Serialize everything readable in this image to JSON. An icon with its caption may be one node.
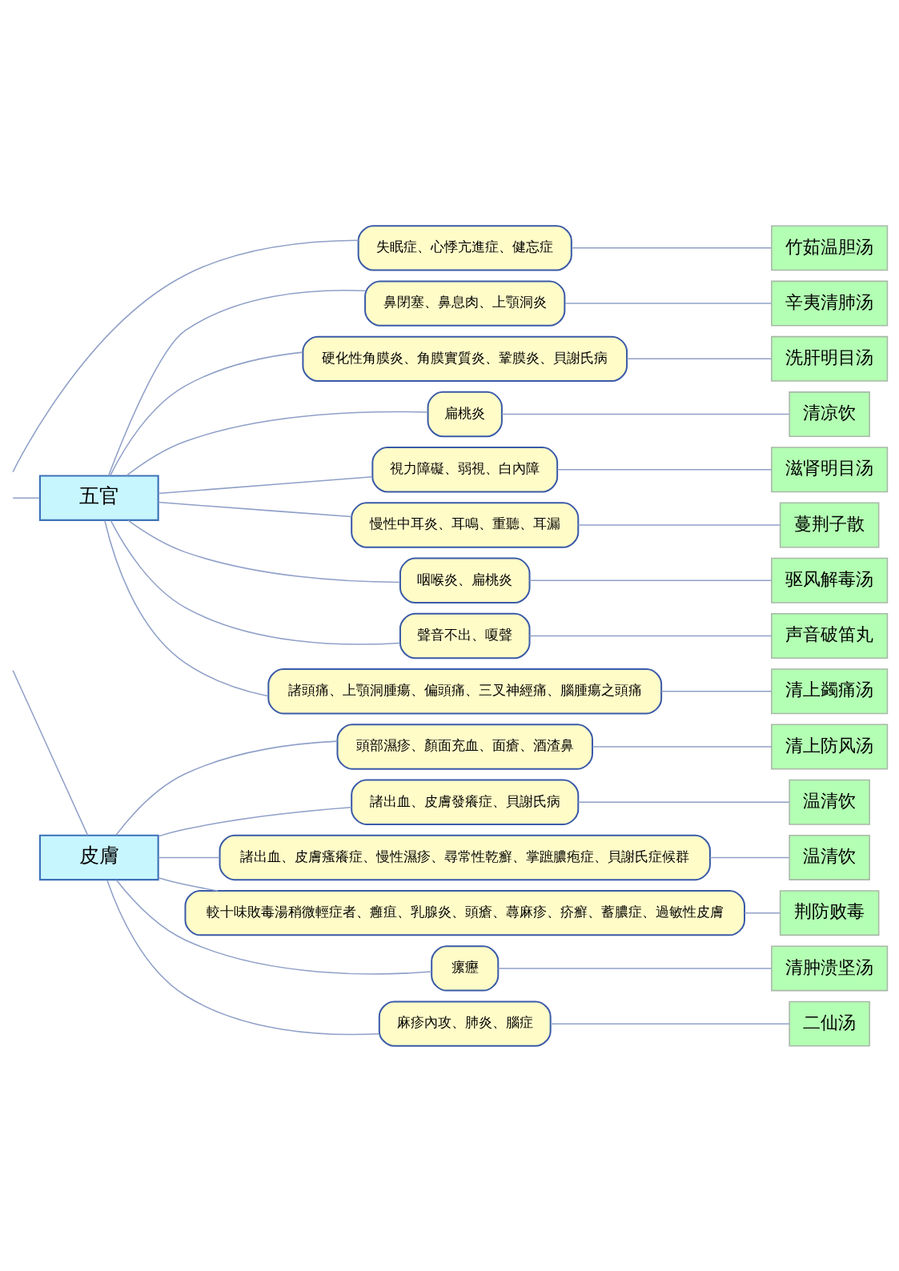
{
  "diagram": {
    "nodes": [
      {
        "text": [
          "失眠症、心悸亢進症、健忘症"
        ]
      },
      {
        "text": [
          "竹茹温胆汤"
        ]
      },
      {
        "text": [
          "五官"
        ]
      },
      {
        "text": [
          "鼻閉塞、鼻息肉、上顎洞炎"
        ]
      },
      {
        "text": [
          "辛夷清肺汤"
        ]
      },
      {
        "text": [
          "硬化性角膜炎、角膜實質炎、鞏膜炎、貝謝氏病"
        ]
      },
      {
        "text": [
          "洗肝明目汤"
        ]
      },
      {
        "text": [
          "扁桃炎"
        ]
      },
      {
        "text": [
          "清凉饮"
        ]
      },
      {
        "text": [
          "視力障礙、弱視、白內障"
        ]
      },
      {
        "text": [
          "滋肾明目汤"
        ]
      },
      {
        "text": [
          "慢性中耳炎、耳鳴、重聽、耳漏"
        ]
      },
      {
        "text": [
          "蔓荆子散"
        ]
      },
      {
        "text": [
          "咽喉炎、扁桃炎"
        ]
      },
      {
        "text": [
          "驱风解毒汤"
        ]
      },
      {
        "text": [
          "聲音不出、嗄聲"
        ]
      },
      {
        "text": [
          "声音破笛丸"
        ]
      },
      {
        "text": [
          "諸頭痛、上顎洞腫瘍、偏頭痛、三叉神經痛、腦腫瘍之頭痛"
        ]
      },
      {
        "text": [
          "清上蠲痛汤"
        ]
      },
      {
        "text": [
          "皮膚"
        ]
      },
      {
        "text": [
          "頭部濕疹、顏面充血、面瘡、酒渣鼻"
        ]
      },
      {
        "text": [
          "清上防风汤"
        ]
      },
      {
        "text": [
          "諸出血、皮膚發癢症、貝謝氏病"
        ]
      },
      {
        "text": [
          "温清饮"
        ]
      },
      {
        "text": [
          "諸出血、皮膚瘙癢症、慢性濕疹、尋常性乾癬、掌蹠膿疱症、貝謝氏症候群"
        ]
      },
      {
        "text": [
          "温清饮"
        ]
      },
      {
        "text": [
          "較十味敗毒湯稍微輕症者、癰疽、乳腺炎、頭瘡、蕁麻疹、疥癬、蓄膿症、過敏性皮膚"
        ]
      },
      {
        "text": [
          "荆防败毒"
        ]
      },
      {
        "text": [
          "瘰癧"
        ]
      },
      {
        "text": [
          "清肿溃坚汤"
        ]
      },
      {
        "text": [
          "麻疹內攻、肺炎、腦症"
        ]
      },
      {
        "text": [
          "二仙汤"
        ]
      }
    ],
    "edges": [
      {
        "from": null,
        "to": 0,
        "arrow": "none"
      },
      {
        "from": 0,
        "to": 1,
        "arrow": "none"
      },
      {
        "from": null,
        "to": 2,
        "arrow": "none"
      },
      {
        "from": 2,
        "to": 3,
        "arrow": "none"
      },
      {
        "from": 3,
        "to": 4,
        "arrow": "none"
      },
      {
        "from": 2,
        "to": 5,
        "arrow": "none"
      },
      {
        "from": 5,
        "to": 6,
        "arrow": "none"
      },
      {
        "from": 2,
        "to": 7,
        "arrow": "none"
      },
      {
        "from": 7,
        "to": 8,
        "arrow": "none"
      },
      {
        "from": 2,
        "to": 9,
        "arrow": "none"
      },
      {
        "from": 9,
        "to": 10,
        "arrow": "none"
      },
      {
        "from": 2,
        "to": 11,
        "arrow": "none"
      },
      {
        "from": 11,
        "to": 12,
        "arrow": "none"
      },
      {
        "from": 2,
        "to": 13,
        "arrow": "none"
      },
      {
        "from": 13,
        "to": 14,
        "arrow": "none"
      },
      {
        "from": 2,
        "to": 15,
        "arrow": "none"
      },
      {
        "from": 15,
        "to": 16,
        "arrow": "none"
      },
      {
        "from": 2,
        "to": 17,
        "arrow": "none"
      },
      {
        "from": 17,
        "to": 18,
        "arrow": "none"
      },
      {
        "from": null,
        "to": 19,
        "arrow": "none"
      },
      {
        "from": 19,
        "to": 20,
        "arrow": "none"
      },
      {
        "from": 20,
        "to": 21,
        "arrow": "none"
      },
      {
        "from": 19,
        "to": 22,
        "arrow": "none"
      },
      {
        "from": 22,
        "to": 23,
        "arrow": "none"
      },
      {
        "from": 19,
        "to": 24,
        "arrow": "none"
      },
      {
        "from": 24,
        "to": 25,
        "arrow": "none"
      },
      {
        "from": 19,
        "to": 26,
        "arrow": "none"
      },
      {
        "from": 26,
        "to": 27,
        "arrow": "none"
      },
      {
        "from": 19,
        "to": 28,
        "arrow": "none"
      },
      {
        "from": 28,
        "to": 29,
        "arrow": "none"
      },
      {
        "from": 19,
        "to": 30,
        "arrow": "none"
      },
      {
        "from": 30,
        "to": 31,
        "arrow": "none"
      }
    ]
  }
}
